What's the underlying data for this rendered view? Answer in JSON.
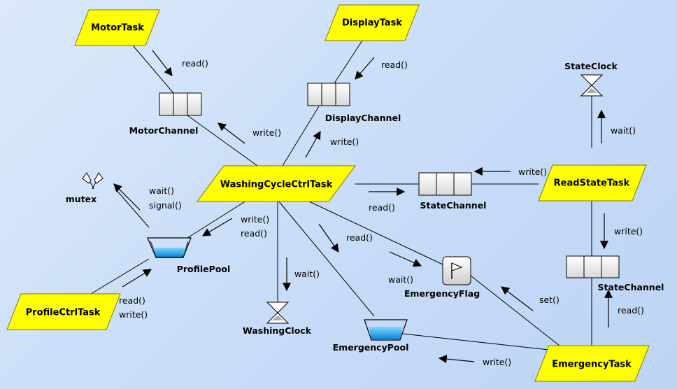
{
  "tasks": {
    "motor": "MotorTask",
    "display": "DisplayTask",
    "washing_cycle": "WashingCycleCtrlTask",
    "read_state": "ReadStateTask",
    "profile_ctrl": "ProfileCtrlTask",
    "emergency": "EmergencyTask"
  },
  "resources": {
    "motor_channel": "MotorChannel",
    "display_channel": "DisplayChannel",
    "state_channel_1": "StateChannel",
    "state_channel_2": "StateChannel",
    "state_clock": "StateClock",
    "washing_clock": "WashingClock",
    "mutex": "mutex",
    "profile_pool": "ProfilePool",
    "emergency_pool": "EmergencyPool",
    "emergency_flag": "EmergencyFlag"
  },
  "operations": {
    "motor_read": "read()",
    "motor_write": "write()",
    "display_read": "read()",
    "display_write": "write()",
    "mutex_wait": "wait()",
    "mutex_signal": "signal()",
    "profilepool_write": "write()",
    "profilepool_read": "read()",
    "profilectrl_read": "read()",
    "profilectrl_write": "write()",
    "washingclock_wait": "wait()",
    "emergencypool_read": "read()",
    "emergencyflag_wait": "wait()",
    "statechannel1_read": "read()",
    "statechannel1_write": "write()",
    "stateclock_wait": "wait()",
    "statechannel2_write": "write()",
    "statechannel2_read": "read()",
    "flag_set": "set()",
    "emergency_write": "write()"
  },
  "colors": {
    "task_fill": "#ffff00",
    "task_stroke": "#8a8a00",
    "pool_liquid": "#1aa8e8",
    "background": "#c9ddf8"
  }
}
